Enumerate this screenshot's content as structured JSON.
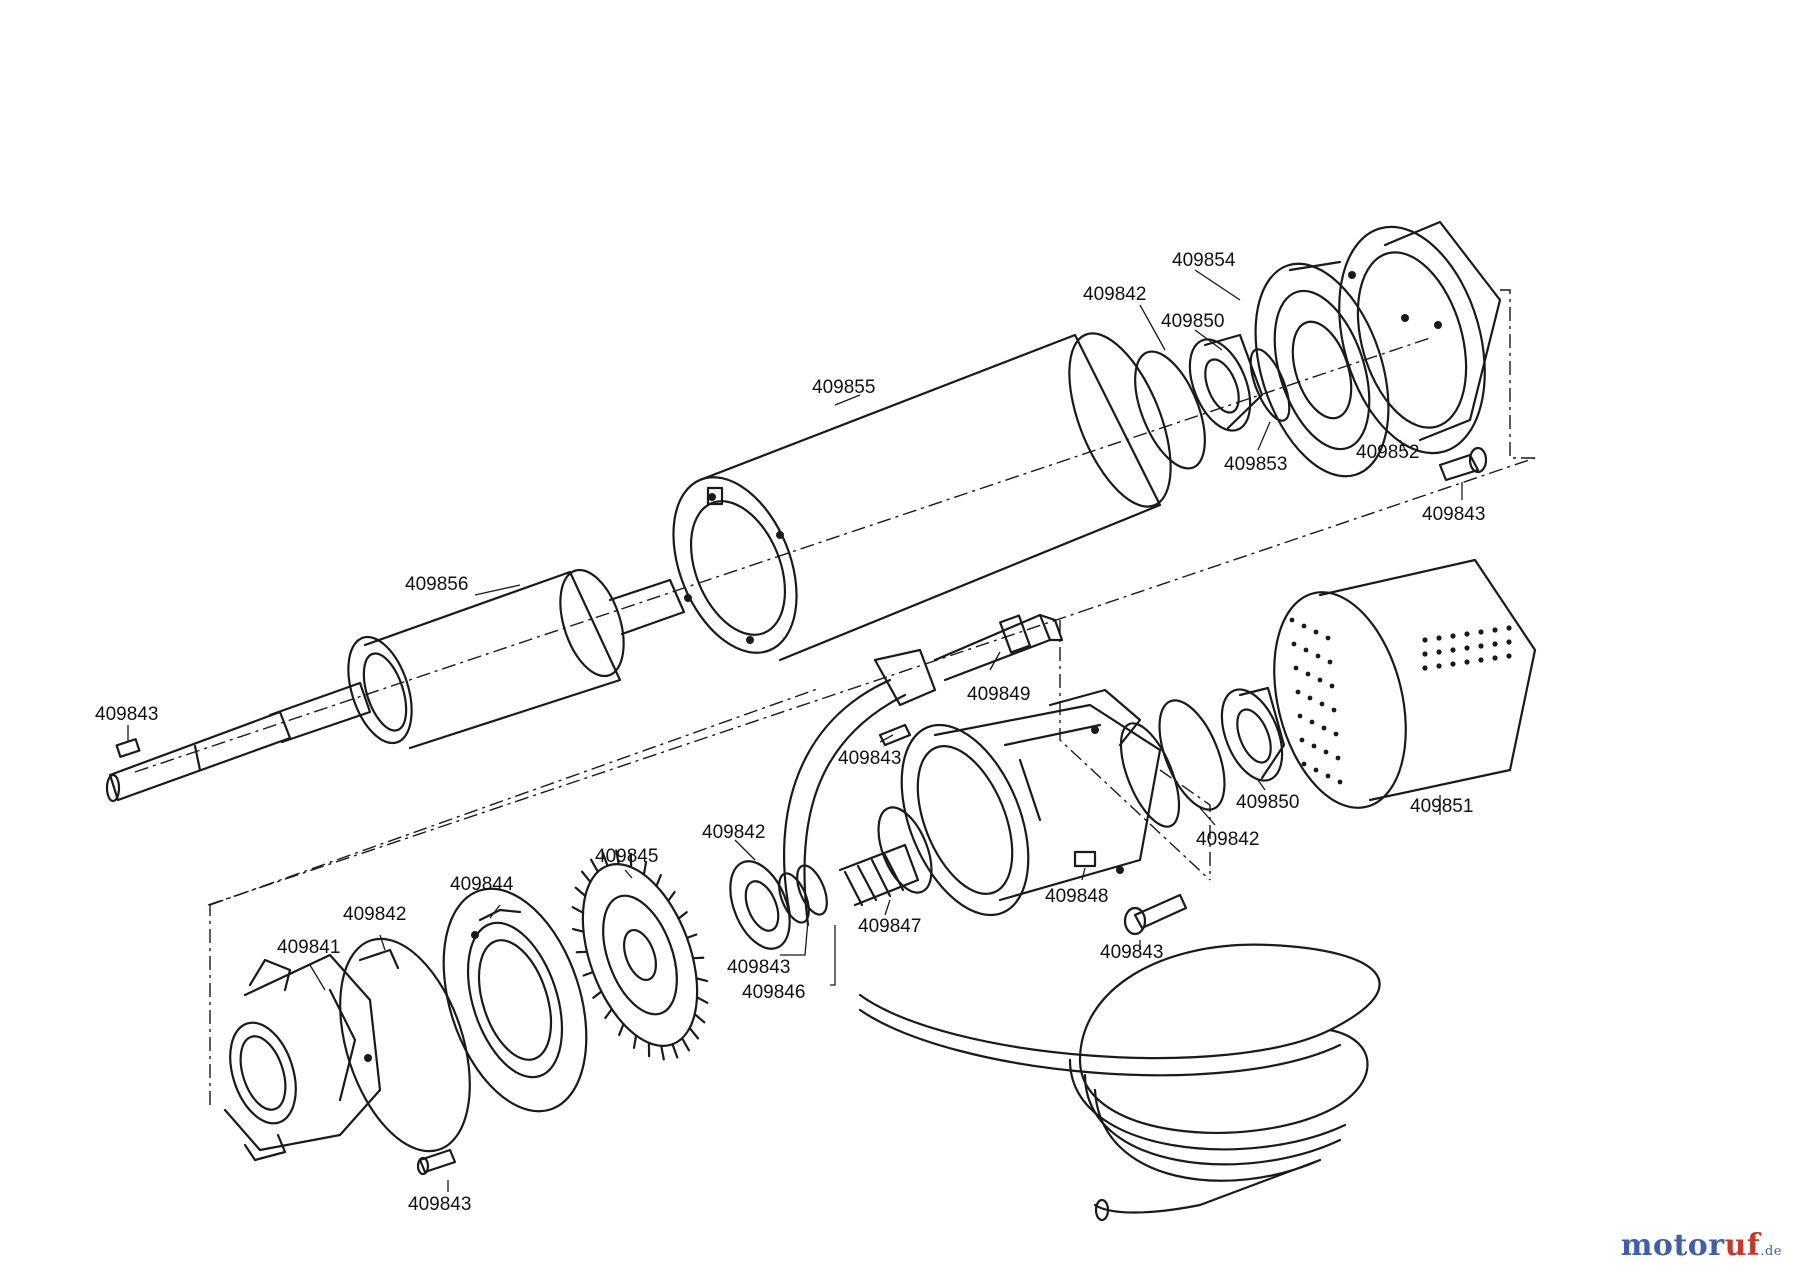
{
  "parts": [
    {
      "id": "p-409854",
      "number": "409854"
    },
    {
      "id": "p-409842-top",
      "number": "409842"
    },
    {
      "id": "p-409850-top",
      "number": "409850"
    },
    {
      "id": "p-409855",
      "number": "409855"
    },
    {
      "id": "p-409853",
      "number": "409853"
    },
    {
      "id": "p-409852",
      "number": "409852"
    },
    {
      "id": "p-409843-top",
      "number": "409843"
    },
    {
      "id": "p-409856",
      "number": "409856"
    },
    {
      "id": "p-409849",
      "number": "409849"
    },
    {
      "id": "p-409843-left",
      "number": "409843"
    },
    {
      "id": "p-409843-mid",
      "number": "409843"
    },
    {
      "id": "p-409850-mid",
      "number": "409850"
    },
    {
      "id": "p-409851",
      "number": "409851"
    },
    {
      "id": "p-409842-mid",
      "number": "409842"
    },
    {
      "id": "p-409842-left",
      "number": "409842"
    },
    {
      "id": "p-409845",
      "number": "409845"
    },
    {
      "id": "p-409844",
      "number": "409844"
    },
    {
      "id": "p-409842-low",
      "number": "409842"
    },
    {
      "id": "p-409841",
      "number": "409841"
    },
    {
      "id": "p-409848",
      "number": "409848"
    },
    {
      "id": "p-409847",
      "number": "409847"
    },
    {
      "id": "p-409843-gear",
      "number": "409843"
    },
    {
      "id": "p-409846",
      "number": "409846"
    },
    {
      "id": "p-409843-right",
      "number": "409843"
    },
    {
      "id": "p-409843-bottom",
      "number": "409843"
    }
  ],
  "brand": {
    "part1": "motor",
    "part2": "uf",
    "suffix": ".de"
  },
  "colors": {
    "brand_blue": "#3f5fa8",
    "brand_red": "#c23a2a",
    "line": "#1a1a1a"
  }
}
